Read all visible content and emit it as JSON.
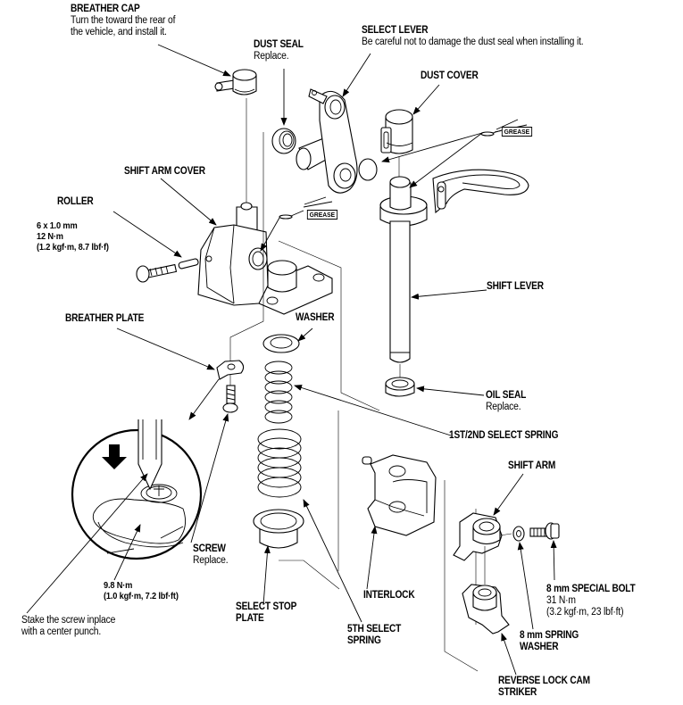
{
  "diagram": {
    "type": "exploded-parts-view",
    "callouts": {
      "breather_cap": {
        "name": "BREATHER CAP",
        "note_line1": "Turn the toward the rear of",
        "note_line2": "the vehicle, and install it."
      },
      "dust_seal": {
        "name": "DUST SEAL",
        "note": "Replace."
      },
      "select_lever": {
        "name": "SELECT LEVER",
        "note": "Be careful not to damage the dust seal when installing it."
      },
      "dust_cover": {
        "name": "DUST COVER"
      },
      "shift_arm_cover": {
        "name": "SHIFT ARM COVER"
      },
      "roller": {
        "name": "ROLLER"
      },
      "roller_bolt": {
        "size": "6 x 1.0 mm",
        "torque_nm": "12 N·m",
        "torque_alt": "(1.2 kgf·m, 8.7 lbf·f)"
      },
      "shift_lever": {
        "name": "SHIFT LEVER"
      },
      "breather_plate": {
        "name": "BREATHER PLATE"
      },
      "washer": {
        "name": "WASHER"
      },
      "oil_seal": {
        "name": "OIL SEAL",
        "note": "Replace."
      },
      "select_spring_1st2nd": {
        "name": "1ST/2ND SELECT SPRING"
      },
      "shift_arm": {
        "name": "SHIFT ARM"
      },
      "screw": {
        "name": "SCREW",
        "note": "Replace."
      },
      "screw_torque": {
        "torque_nm": "9.8 N·m",
        "torque_alt": "(1.0 kgf·m,  7.2 lbf·ft)"
      },
      "stake_note": {
        "line1": "Stake the screw inplace",
        "line2": "with a center punch."
      },
      "select_stop_plate": {
        "line1": "SELECT STOP",
        "line2": "PLATE"
      },
      "interlock": {
        "name": "INTERLOCK"
      },
      "select_spring_5th": {
        "line1": "5TH SELECT",
        "line2": "SPRING"
      },
      "special_bolt": {
        "name": "8 mm SPECIAL BOLT",
        "torque_nm": "31 N·m",
        "torque_alt": "(3.2 kgf·m, 23 lbf·ft)"
      },
      "spring_washer": {
        "line1": "8 mm SPRING",
        "line2": "WASHER"
      },
      "reverse_lock_cam": {
        "line1": "REVERSE LOCK CAM",
        "line2": "STRIKER"
      }
    },
    "grease_tags": [
      "GREASE",
      "GREASE"
    ]
  }
}
